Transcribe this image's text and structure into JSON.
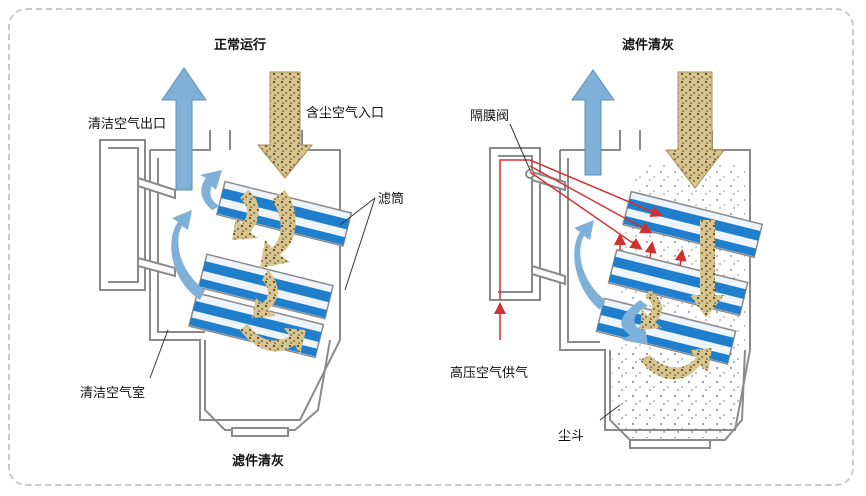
{
  "left_panel": {
    "title": "正常运行",
    "labels": {
      "clean_air_outlet": "清洁空气出口",
      "dusty_air_inlet": "含尘空气入口",
      "filter_cartridge": "滤筒",
      "clean_air_chamber": "清洁空气室",
      "bottom": "滤件清灰"
    }
  },
  "right_panel": {
    "title": "滤件清灰",
    "labels": {
      "diaphragm_valve": "隔膜阀",
      "high_pressure_air_supply": "高压空气供气",
      "dust_hopper": "尘斗"
    }
  },
  "colors": {
    "blue_arrow": "#7fb0d8",
    "filter_blue": "#1f7fcc",
    "dust": "#c9b27a",
    "outline": "#8a8a8a",
    "pulse_red": "#d23030"
  }
}
